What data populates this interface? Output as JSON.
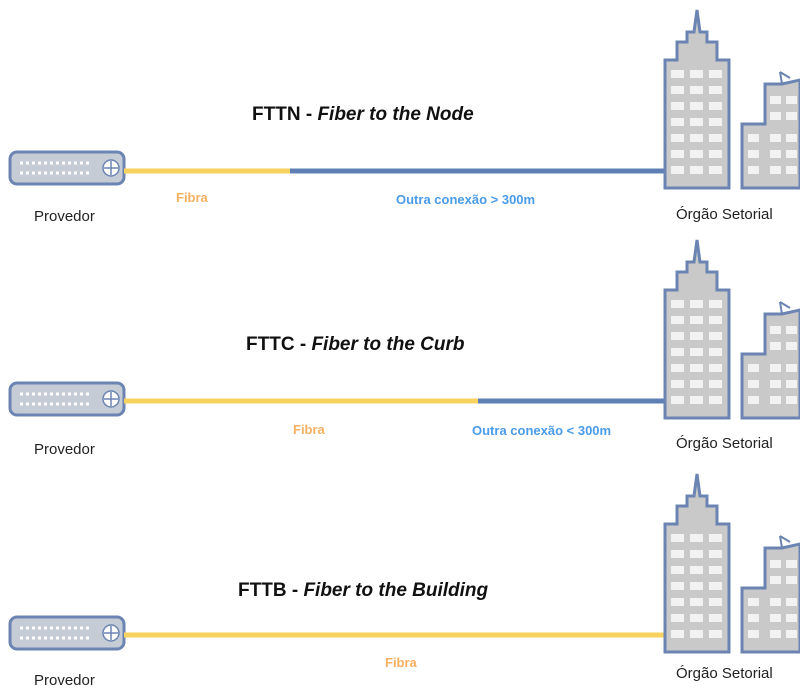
{
  "panels": [
    {
      "title_code": "FTTN",
      "title_sep": " - ",
      "title_rest": "Fiber to the Node",
      "provider_label": "Provedor",
      "building_label": "Órgão Setorial",
      "fiber_label": "Fibra",
      "other_label": "Outra conexão > 300m"
    },
    {
      "title_code": "FTTC",
      "title_sep": " - ",
      "title_rest": "Fiber to the Curb",
      "provider_label": "Provedor",
      "building_label": "Órgão Setorial",
      "fiber_label": "Fibra",
      "other_label": "Outra conexão < 300m"
    },
    {
      "title_code": "FTTB",
      "title_sep": " - ",
      "title_rest": "Fiber to the Building",
      "provider_label": "Provedor",
      "building_label": "Órgão Setorial",
      "fiber_label": "Fibra"
    }
  ],
  "colors": {
    "fiber": "#f7d25f",
    "other_connection": "#5f80b5",
    "building_fill": "#c9c9c9",
    "building_outline": "#6b84b2",
    "fiber_text": "#f5b060",
    "other_text": "#4a9be8"
  },
  "icons": [
    "router-icon",
    "skyscraper-icon",
    "office-building-icon"
  ]
}
